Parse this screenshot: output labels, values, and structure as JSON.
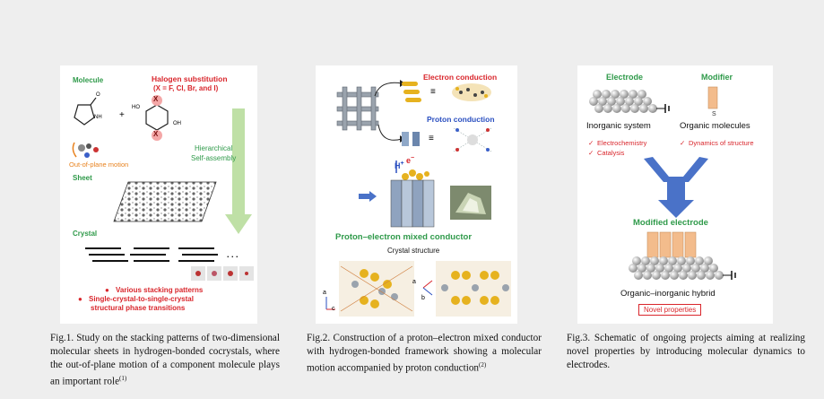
{
  "colors": {
    "green": "#2f9a4a",
    "red": "#d9262c",
    "blue": "#2a4fc0",
    "orange": "#e8821e",
    "arrow_green": "#bfe0a6",
    "arrow_blue": "#4a72c8",
    "pillar": "#f3bc8c",
    "gold": "#e6b21f"
  },
  "fig1": {
    "molecule_label": "Molecule",
    "halogen_title": "Halogen substitution",
    "halogen_sub": "(X = F, Cl, Br, and I)",
    "x_atom": "X",
    "nh": "NH",
    "o_atom": "O",
    "ho_atom": "HO",
    "oh_atom": "OH",
    "plus": "+",
    "motion_label": "Out-of-plane motion",
    "hier_line1": "Hierarchical",
    "hier_line2": "Self-assembly",
    "sheet_label": "Sheet",
    "crystal_label": "Crystal",
    "dots": ". . .",
    "bullet1": "Various stacking patterns",
    "bullet2a": "Single-crystal-to-single-crystal",
    "bullet2b": "structural phase transitions",
    "caption_main": "Fig.1. Study on the stacking patterns of two-dimensional molecular sheets in hydrogen-bonded cocrystals, where the out-of-plane motion of a component molecule plays an important role",
    "caption_ref": "(1)"
  },
  "fig2": {
    "electron_conduction": "Electron conduction",
    "proton_conduction": "Proton conduction",
    "equiv": "≡",
    "h_label": "H",
    "h_sup": "+",
    "e_label": "e",
    "e_sup": "−",
    "mixed_conductor": "Proton–electron mixed conductor",
    "crystal_structure": "Crystal structure",
    "axis_a": "a",
    "axis_b": "b",
    "axis_c": "c",
    "caption_main": "Fig.2. Construction of a proton–electron mixed conductor with hydrogen-bonded framework showing a molecular motion accompanied by proton conduction",
    "caption_ref": "(2)"
  },
  "fig3": {
    "electrode": "Electrode",
    "modifier": "Modifier",
    "inorganic_system": "Inorganic system",
    "organic_molecules": "Organic molecules",
    "check": "✓",
    "electrochemistry": "Electrochemistry",
    "catalysis": "Catalysis",
    "dynamics": "Dynamics of structure",
    "modified_electrode": "Modified electrode",
    "hybrid": "Organic–inorganic hybrid",
    "novel": "Novel properties",
    "caption": "Fig.3. Schematic of ongoing projects aiming at realizing novel properties by introducing molecular dynamics to electrodes."
  }
}
